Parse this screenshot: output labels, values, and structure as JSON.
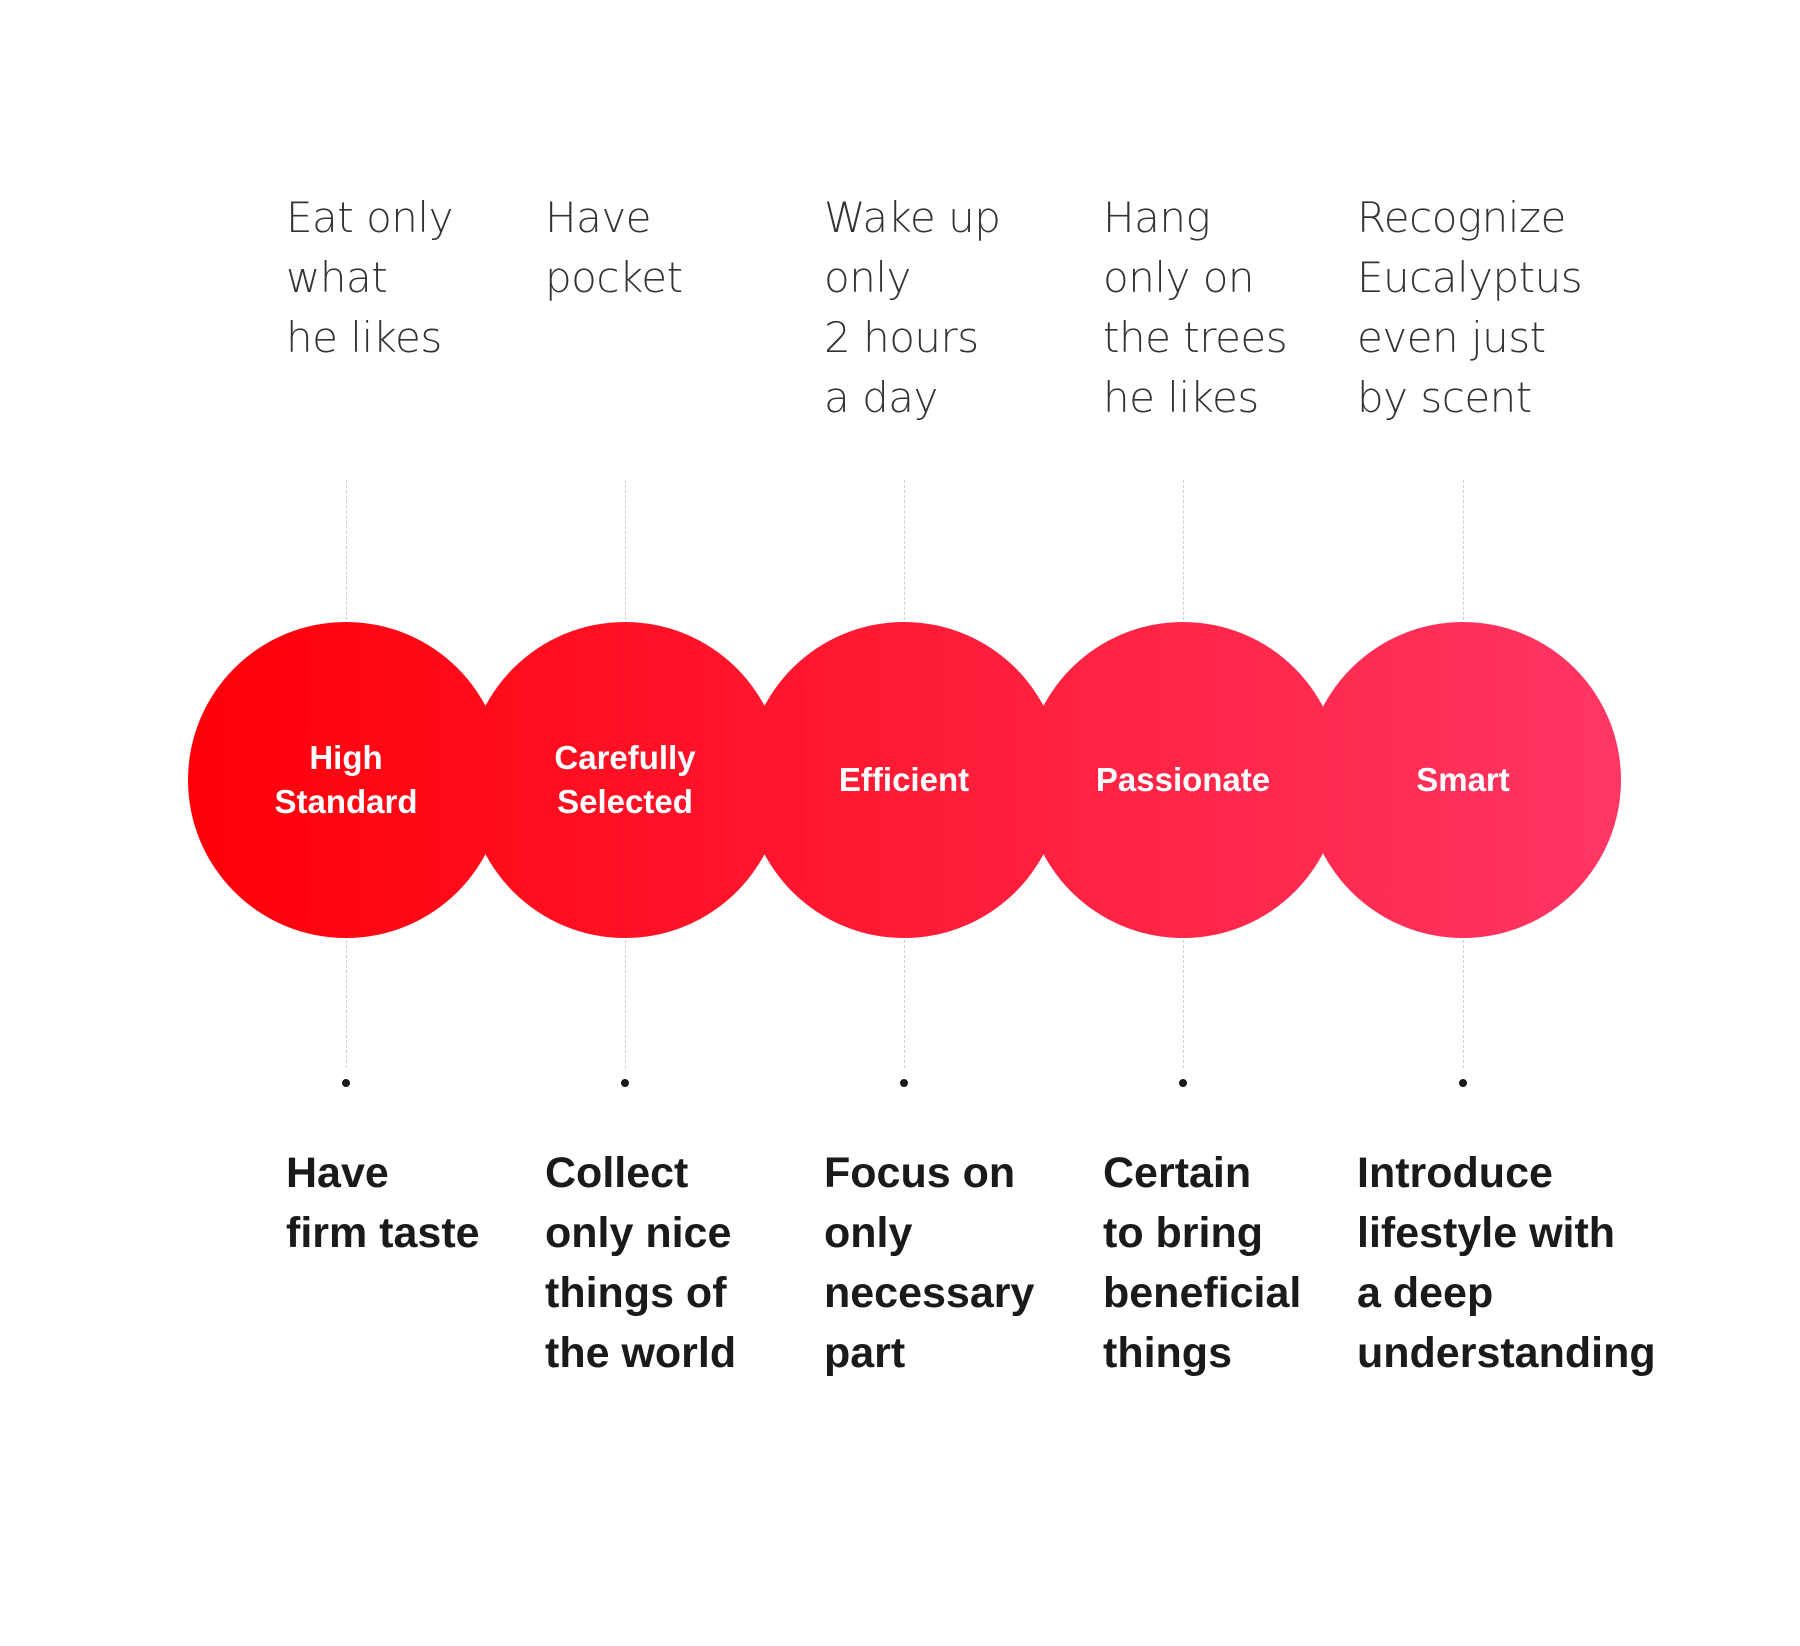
{
  "items": [
    {
      "top_text": "Eat only\nwhat\nhe likes",
      "label": "High\nStandard",
      "bottom_text": "Have\nfirm taste"
    },
    {
      "top_text": "Have\npocket",
      "label": "Carefully\nSelected",
      "bottom_text": "Collect\nonly nice\nthings of\nthe world"
    },
    {
      "top_text": "Wake up\nonly\n2 hours\na day",
      "label": "Efficient",
      "bottom_text": "Focus on\nonly\nnecessary\npart"
    },
    {
      "top_text": "Hang\nonly on\nthe trees\nhe likes",
      "label": "Passionate",
      "bottom_text": "Certain\nto bring\nbeneficial\nthings"
    },
    {
      "top_text": "Recognize\nEucalyptus\neven just\nby scent",
      "label": "Smart",
      "bottom_text": "Introduce\nlifestyle with\na deep\nunderstanding"
    }
  ],
  "colors": {
    "gradient_start": "#ff0008",
    "gradient_end": "#ff3664",
    "label_text": "#ffffff",
    "top_text": "#333333",
    "bottom_text": "#1a1a1a",
    "connector": "#cfcfcf"
  }
}
